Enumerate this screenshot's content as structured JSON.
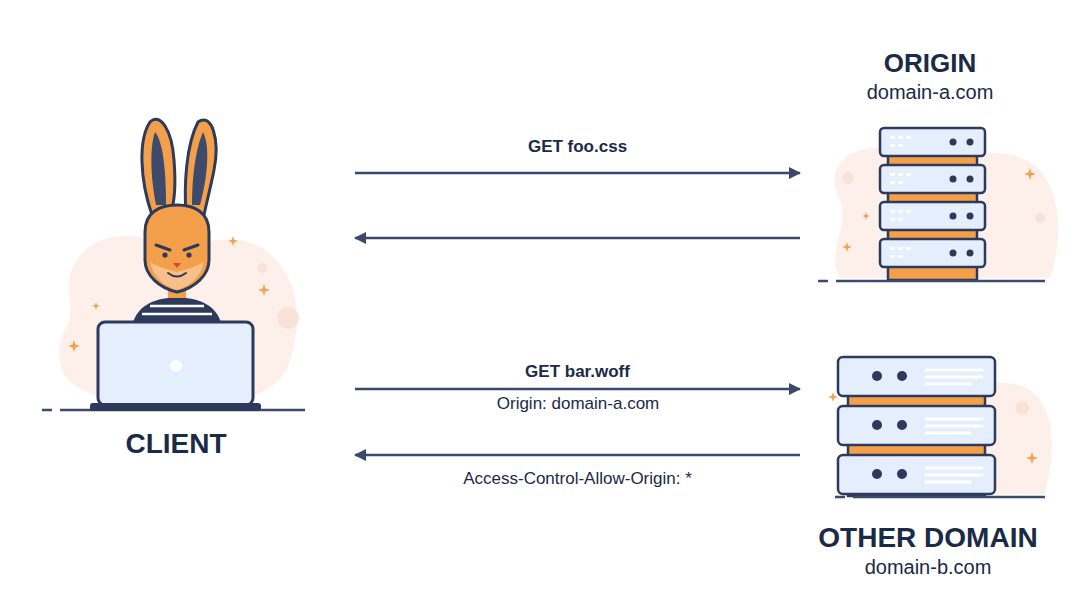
{
  "diagram": {
    "nodes": [
      {
        "text": [
          "CLIENT"
        ]
      },
      {
        "text": [
          "ORIGIN",
          "domain-a.com"
        ]
      },
      {
        "text": [
          "OTHER DOMAIN",
          "domain-b.com"
        ]
      }
    ],
    "edges": [
      {
        "from": 0,
        "to": 1,
        "label": "GET foo.css",
        "arrow": "to"
      },
      {
        "from": 1,
        "to": 0,
        "arrow": "to"
      },
      {
        "from": 0,
        "to": 2,
        "label": "GET bar.woff",
        "arrow": "to"
      },
      {
        "from": 2,
        "to": 0,
        "label": "Access-Control-Allow-Origin: *",
        "arrow": "to"
      }
    ],
    "labels": [
      "Origin: domain-a.com"
    ]
  }
}
